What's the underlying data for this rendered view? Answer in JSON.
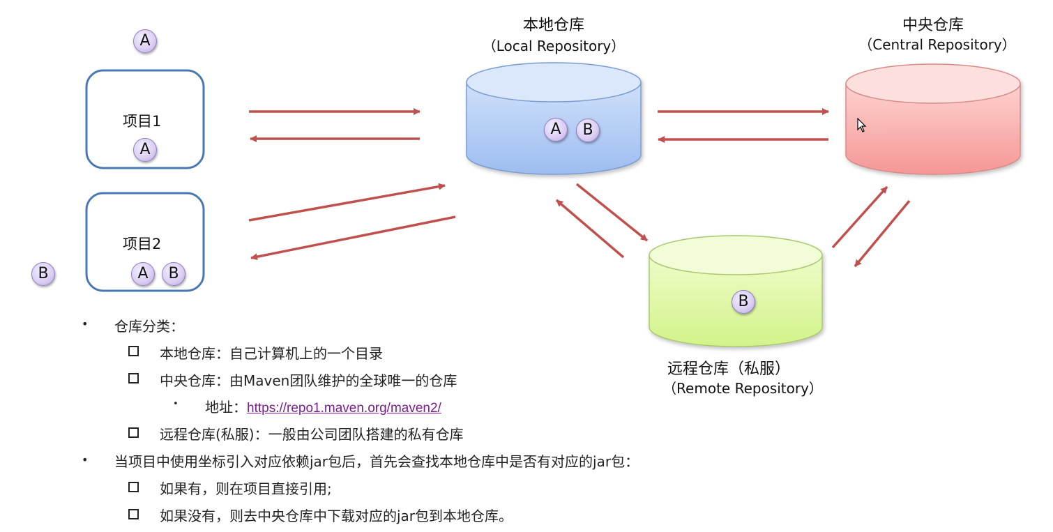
{
  "repositories": {
    "local": {
      "title": "本地仓库",
      "subtitle": "（Local Repository）",
      "color": "#a9c6f2",
      "badges": [
        "A",
        "B"
      ]
    },
    "central": {
      "title": "中央仓库",
      "subtitle": "（Central Repository）",
      "color": "#f7a7a4"
    },
    "remote": {
      "title": "远程仓库（私服）",
      "subtitle": "（Remote Repository）",
      "color": "#d9f79c",
      "badges": [
        "B"
      ]
    }
  },
  "projects": [
    {
      "label": "项目1",
      "badges": [
        "A"
      ],
      "outside_badge": "A"
    },
    {
      "label": "项目2",
      "badges": [
        "A",
        "B"
      ],
      "outside_badge": "B"
    }
  ],
  "colors": {
    "arrow": "#c0504d",
    "project_border": "#4a78b5"
  },
  "notes": {
    "bullet1": "仓库分类：",
    "items1": [
      "本地仓库：自己计算机上的一个目录",
      "中央仓库：由Maven团队维护的全球唯一的仓库",
      "远程仓库(私服)：一般由公司团队搭建的私有仓库"
    ],
    "address_label": "地址：",
    "address_url": "https://repo1.maven.org/maven2/",
    "bullet2": "当项目中使用坐标引入对应依赖jar包后，首先会查找本地仓库中是否有对应的jar包：",
    "items2": [
      "如果有，则在项目直接引用;",
      "如果没有，则去中央仓库中下载对应的jar包到本地仓库。"
    ]
  }
}
